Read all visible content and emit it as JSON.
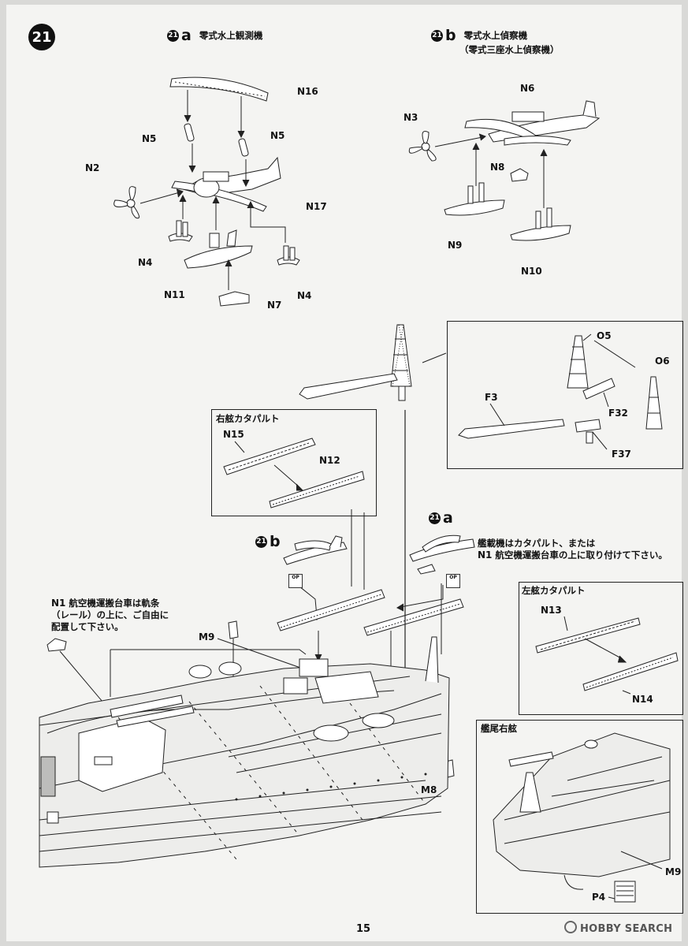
{
  "step": {
    "number": "21"
  },
  "sub_a": {
    "mark": "21",
    "letter": "a",
    "title": "零式水上観測機"
  },
  "sub_b": {
    "mark": "21",
    "letter": "b",
    "title": "零式水上偵察機",
    "subtitle": "（零式三座水上偵察機）"
  },
  "parts_a": [
    "N16",
    "N5",
    "N5",
    "N2",
    "N17",
    "N4",
    "N11",
    "N7",
    "N4"
  ],
  "parts_b": [
    "N6",
    "N3",
    "N8",
    "N9",
    "N10"
  ],
  "crane_box": [
    "O5",
    "O6",
    "F3",
    "F32",
    "F37"
  ],
  "starboard_catapult": {
    "title": "右舷カタパルト",
    "parts": [
      "N15",
      "N12"
    ]
  },
  "port_catapult": {
    "title": "左舷カタパルト",
    "parts": [
      "N13",
      "N14"
    ]
  },
  "placement_a": {
    "mark": "21",
    "letter": "a"
  },
  "placement_b": {
    "mark": "21",
    "letter": "b"
  },
  "option_icon": "OP",
  "note_aircraft": {
    "line1": "艦載機はカタパルト、または",
    "part": "N1",
    "line2": " 航空機運搬台車の上に取り付けて下さい。"
  },
  "note_cart": {
    "part": "N1",
    "line1": " 航空機運搬台車は軌条",
    "line2": "（レール）の上に、ご自由に",
    "line3": "配置して下さい。"
  },
  "hull_parts": [
    "M9",
    "M8"
  ],
  "stern_box": {
    "title": "艦尾右舷",
    "parts": [
      "M9",
      "P4"
    ]
  },
  "page_number": "15",
  "watermark": "HOBBY SEARCH"
}
